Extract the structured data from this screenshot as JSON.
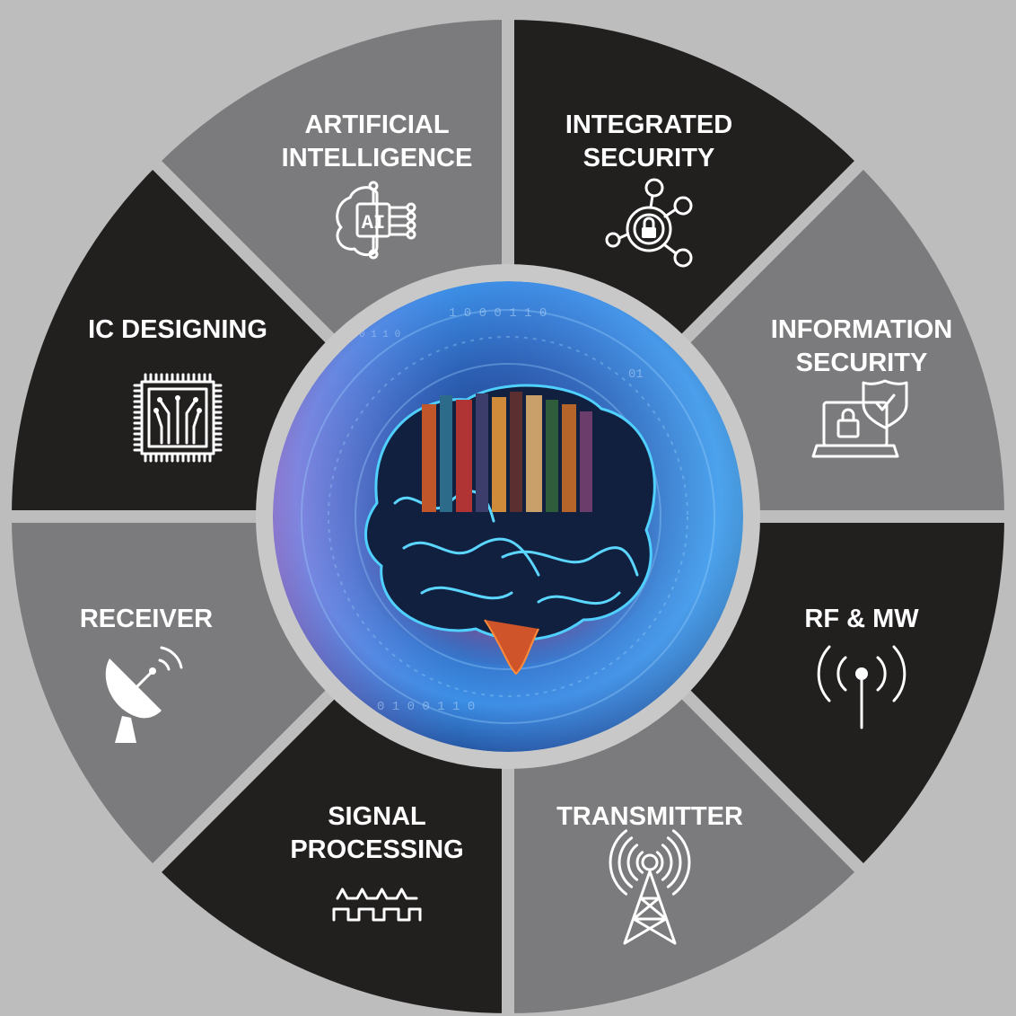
{
  "segments": [
    {
      "id": "ai",
      "lines": [
        "ARTIFICIAL",
        "INTELLIGENCE"
      ],
      "icon": "ai-chip-brain-icon",
      "color": "#7b7b7d"
    },
    {
      "id": "integrated-security",
      "lines": [
        "INTEGRATED",
        "SECURITY"
      ],
      "icon": "network-lock-icon",
      "color": "#221f1f"
    },
    {
      "id": "information-security",
      "lines": [
        "INFORMATION",
        "SECURITY"
      ],
      "icon": "laptop-shield-lock-icon",
      "color": "#7b7b7d"
    },
    {
      "id": "rf-mw",
      "lines": [
        "RF & MW"
      ],
      "icon": "antenna-signal-icon",
      "color": "#221f1f"
    },
    {
      "id": "transmitter",
      "lines": [
        "TRANSMITTER"
      ],
      "icon": "transmission-tower-icon",
      "color": "#7b7b7d"
    },
    {
      "id": "signal-processing",
      "lines": [
        "SIGNAL",
        "PROCESSING"
      ],
      "icon": "waveform-icon",
      "color": "#221f1f"
    },
    {
      "id": "receiver",
      "lines": [
        "RECEIVER"
      ],
      "icon": "satellite-dish-icon",
      "color": "#7b7b7d"
    },
    {
      "id": "ic-designing",
      "lines": [
        "IC DESIGNING"
      ],
      "icon": "microchip-icon",
      "color": "#221f1f"
    }
  ],
  "center_image": {
    "icon": "brain-with-books-image"
  },
  "colors": {
    "background": "#bdbdbd",
    "dark": "#221f1f",
    "gray": "#7b7b7d",
    "ring": "#c8c8c8",
    "accent": "#3aa0ff"
  }
}
